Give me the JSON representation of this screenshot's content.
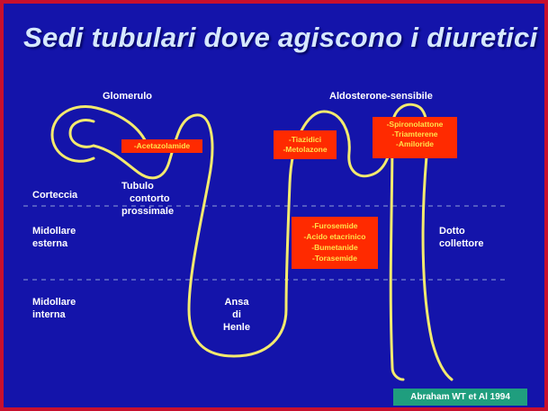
{
  "title": "Sedi tubulari dove agiscono i diuretici",
  "colors": {
    "background": "#1414aa",
    "border": "#c8102e",
    "tubule": "#f3ea6e",
    "drug_box": "#ff2a00",
    "drug_text": "#ffe14a",
    "credit_box": "#1f9e7e"
  },
  "labels": {
    "glomerulo": "Glomerulo",
    "aldosterone": "Aldosterone-sensibile",
    "corteccia": "Corteccia",
    "tubulo": [
      "Tubulo",
      "contorto",
      "prossimale"
    ],
    "midollare_esterna": [
      "Midollare",
      "esterna"
    ],
    "midollare_interna": [
      "Midollare",
      "interna"
    ],
    "ansa": [
      "Ansa",
      "di",
      "Henle"
    ],
    "dotto": [
      "Dotto",
      "collettore"
    ]
  },
  "drug_boxes": {
    "proximal": [
      "-Acetazolamide"
    ],
    "distal": [
      "-Tiazidici",
      "-Metolazone"
    ],
    "collecting": [
      "-Spironolattone",
      "-Triamterene",
      "-Amiloride"
    ],
    "loop": [
      "-Furosemide",
      "-Acido etacrinico",
      "-Bumetanide",
      "-Torasemide"
    ]
  },
  "credit": "Abraham WT et Al 1994"
}
